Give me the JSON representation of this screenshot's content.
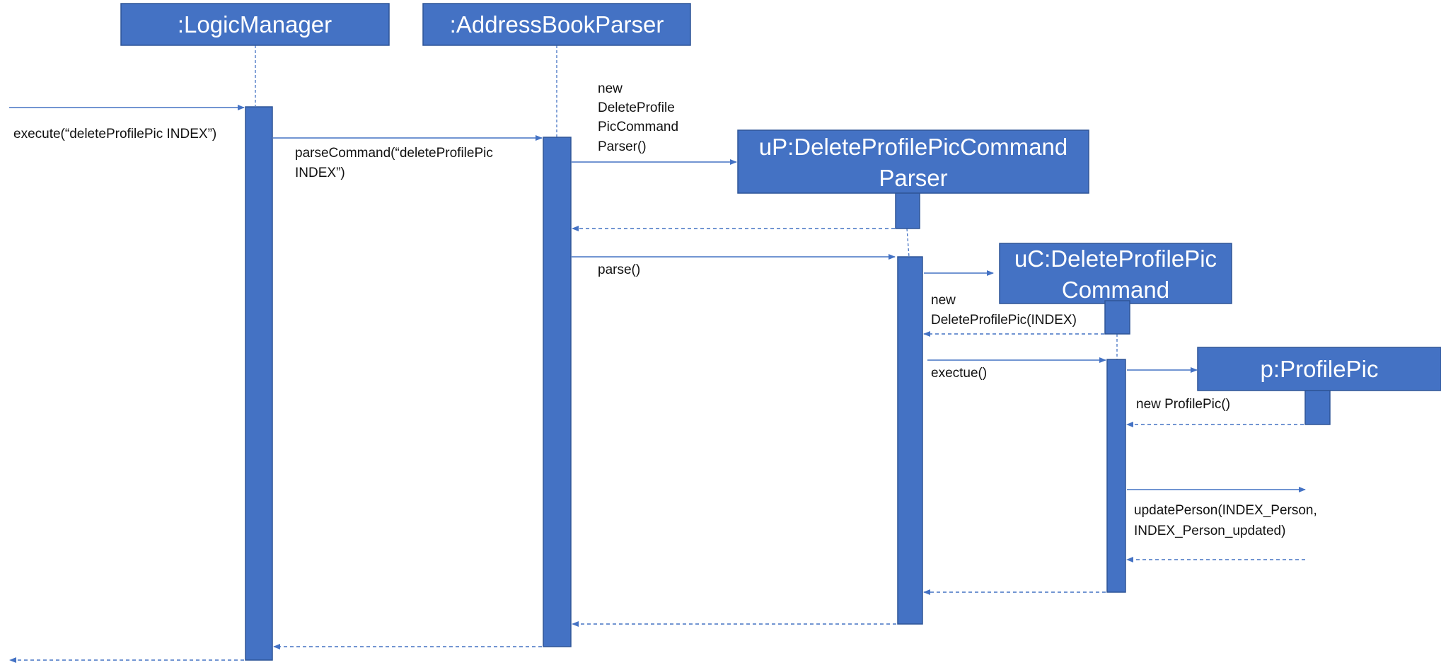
{
  "participants": {
    "logic_manager": ":LogicManager",
    "address_book_parser": ":AddressBookParser",
    "command_parser": {
      "line1": "uP:DeleteProfilePicCommand",
      "line2": "Parser"
    },
    "command": {
      "line1": "uC:DeleteProfilePic",
      "line2": "Command"
    },
    "profile_pic": "p:ProfilePic"
  },
  "messages": {
    "execute": "execute(“deleteProfilePic INDEX”)",
    "parse_command": {
      "line1": "parseCommand(“deleteProfilePic",
      "line2": "INDEX”)"
    },
    "new_parser": {
      "line1": "new",
      "line2": "DeleteProfile",
      "line3": "PicCommand",
      "line4": "Parser()"
    },
    "parse": "parse()",
    "new_command": {
      "line1": "new",
      "line2": "DeleteProfilePic(INDEX)"
    },
    "execute_command": "exectue()",
    "new_profile_pic": "new ProfilePic()",
    "update_person": {
      "line1": "updatePerson(INDEX_Person,",
      "line2": "INDEX_Person_updated)"
    }
  },
  "colors": {
    "participant_fill": "#4472c4",
    "participant_border": "#2f5597",
    "participant_text": "#ffffff",
    "arrow": "#4472c4"
  }
}
